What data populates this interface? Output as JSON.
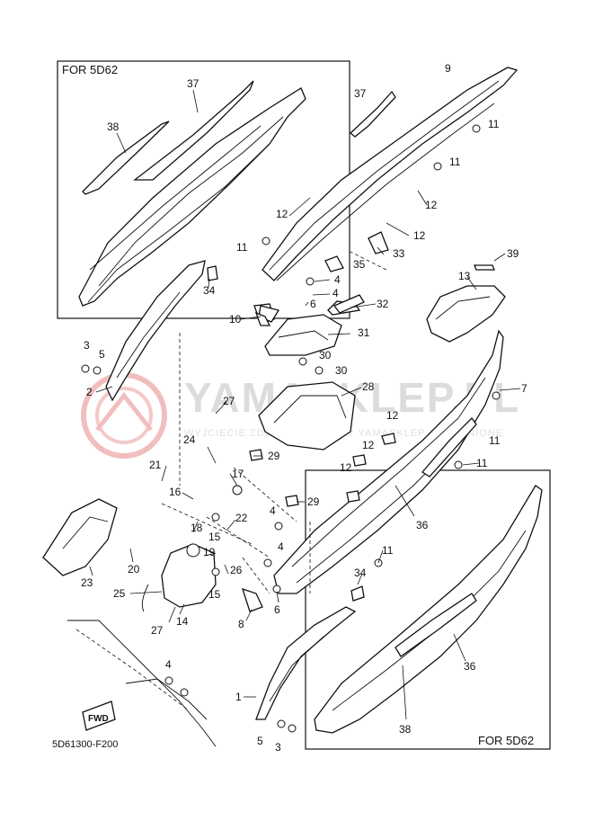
{
  "diagram": {
    "box_top_label": "FOR 5D62",
    "box_bottom_label": "FOR 5D62",
    "doc_number": "5D61300-F200",
    "fwd_label": "FWD",
    "watermark_text": "YAMASKLEP.PL",
    "watermark_subtitle": "WYJCIECIE ZDJĘĆ BEZ ZGODY YAMASKLEP ZABRONIONE",
    "callouts": [
      "1",
      "2",
      "3",
      "3",
      "4",
      "4",
      "4",
      "4",
      "4",
      "5",
      "5",
      "6",
      "6",
      "7",
      "8",
      "9",
      "10",
      "11",
      "11",
      "11",
      "11",
      "11",
      "11",
      "12",
      "12",
      "12",
      "12",
      "12",
      "12",
      "13",
      "14",
      "15",
      "15",
      "16",
      "17",
      "18",
      "19",
      "20",
      "21",
      "22",
      "23",
      "24",
      "25",
      "26",
      "27",
      "27",
      "28",
      "29",
      "29",
      "30",
      "30",
      "31",
      "32",
      "33",
      "34",
      "34",
      "35",
      "36",
      "36",
      "37",
      "37",
      "38",
      "38",
      "39"
    ]
  }
}
